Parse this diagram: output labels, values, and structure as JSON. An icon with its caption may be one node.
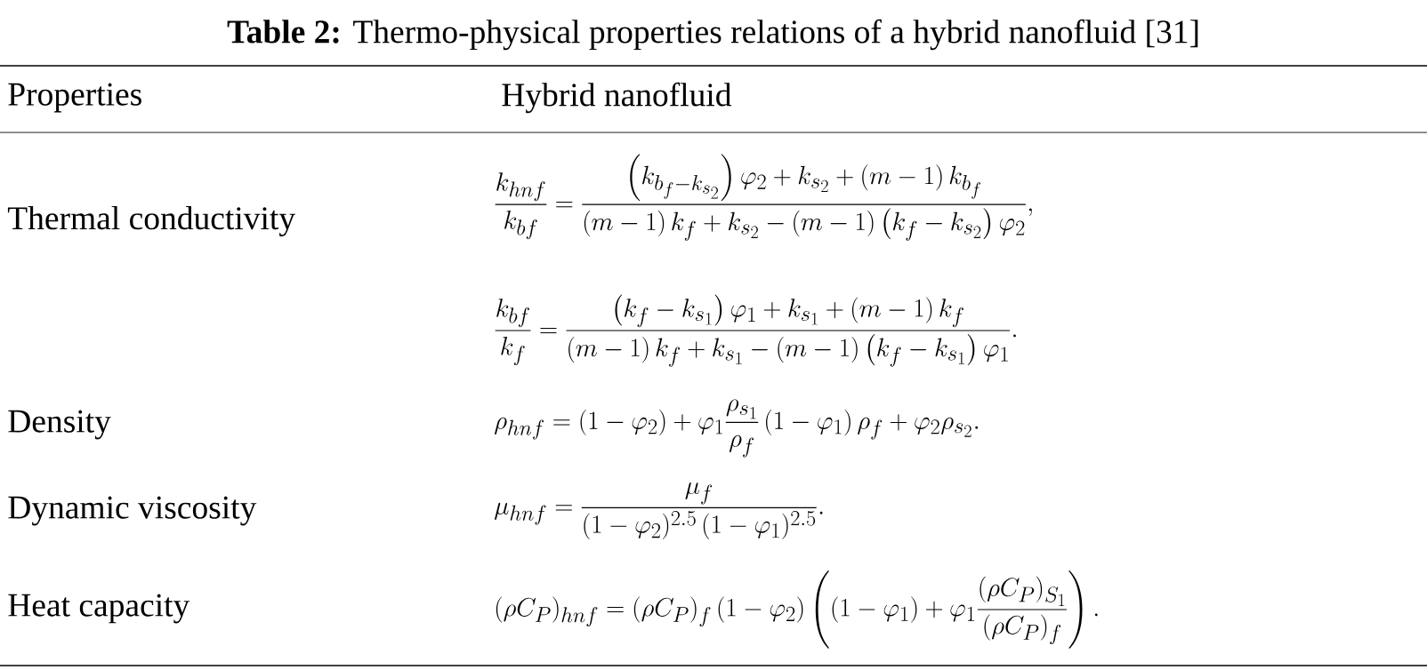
{
  "diagram": {
    "title": "**Table 2:** Thermo-physical properties relations of a hybrid nanofluid [31]",
    "labels": [
      "Properties",
      "Hybrid nanofluid",
      "Thermal conductivity",
      "\\frac{k_{hnf}}{k_{bf}}=\\frac{\\left(k_{b_f-k_{s_2}}\\right)\\varphi_2+k_{s_2}+(m-1)\\,k_{b_f}}{(m-1)\\,k_f+k_{s_2}-(m-1)\\left(k_f-k_{s_2}\\right)\\varphi_2},",
      "\\frac{k_{bf}}{k_f}=\\frac{\\left(k_f-k_{s_1}\\right)\\varphi_1+k_{s_1}+(m-1)\\,k_f}{(m-1)\\,k_f+k_{s_1}-(m-1)\\left(k_f-k_{s_1}\\right)\\varphi_1}.",
      "Density",
      "\\rho_{hnf}=(1-\\varphi_2)+\\varphi_1\\frac{\\rho_{s_1}}{\\rho_f}\\,(1-\\varphi_1)\\,\\rho_f+\\varphi_2\\rho_{s_2}.",
      "Dynamic viscosity",
      "\\mu_{hnf}=\\frac{\\mu_f}{(1-\\varphi_2)^{2.5}\\,(1-\\varphi_1)^{2.5}}.",
      "Heat capacity",
      "(\\rho C_P)_{hnf}=(\\rho C_P)_f\\,(1-\\varphi_2)\\left((1-\\varphi_1)+\\varphi_1\\frac{(\\rho C_P)_{S_1}}{(\\rho C_P)_f}\\right)."
    ]
  }
}
